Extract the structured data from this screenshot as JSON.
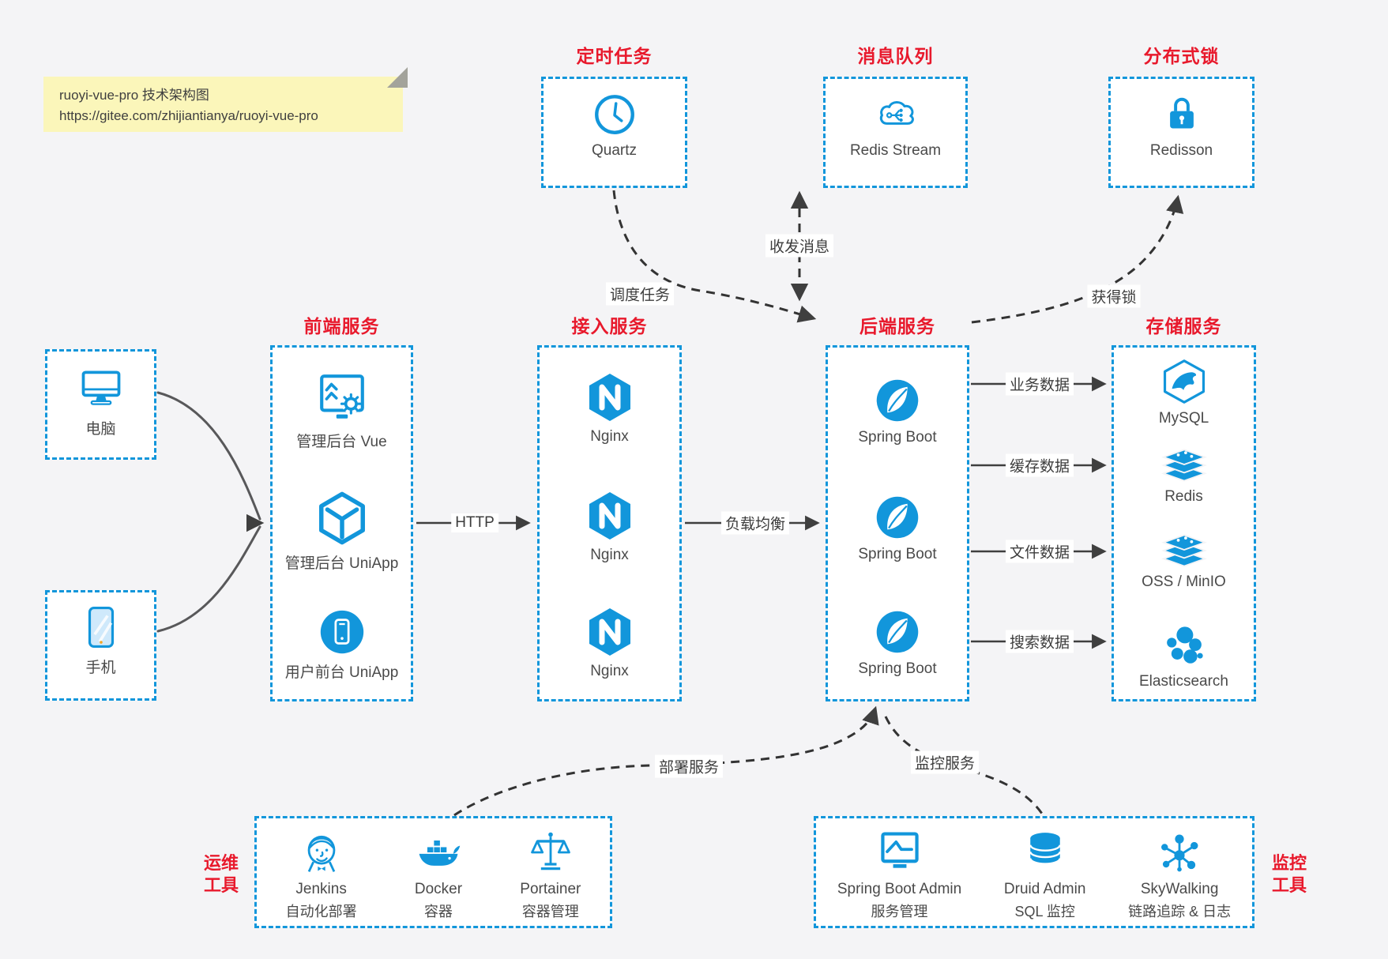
{
  "note": {
    "line1": "ruoyi-vue-pro 技术架构图",
    "line2": "https://gitee.com/zhijiantianya/ruoyi-vue-pro"
  },
  "groups": {
    "scheduler": {
      "title": "定时任务",
      "item": "Quartz"
    },
    "mq": {
      "title": "消息队列",
      "item": "Redis Stream"
    },
    "lock": {
      "title": "分布式锁",
      "item": "Redisson"
    },
    "clients": {
      "computer": "电脑",
      "phone": "手机"
    },
    "frontend": {
      "title": "前端服务",
      "items": [
        "管理后台 Vue",
        "管理后台 UniApp",
        "用户前台 UniApp"
      ]
    },
    "gateway": {
      "title": "接入服务",
      "items": [
        "Nginx",
        "Nginx",
        "Nginx"
      ]
    },
    "backend": {
      "title": "后端服务",
      "items": [
        "Spring Boot",
        "Spring Boot",
        "Spring Boot"
      ]
    },
    "storage": {
      "title": "存储服务",
      "items": [
        "MySQL",
        "Redis",
        "OSS / MinIO",
        "Elasticsearch"
      ]
    },
    "ops": {
      "label_line1": "运维",
      "label_line2": "工具",
      "items": [
        {
          "name": "Jenkins",
          "desc": "自动化部署"
        },
        {
          "name": "Docker",
          "desc": "容器"
        },
        {
          "name": "Portainer",
          "desc": "容器管理"
        }
      ]
    },
    "monitor": {
      "label_line1": "监控",
      "label_line2": "工具",
      "items": [
        {
          "name": "Spring Boot Admin",
          "desc": "服务管理"
        },
        {
          "name": "Druid Admin",
          "desc": "SQL 监控"
        },
        {
          "name": "SkyWalking",
          "desc": "链路追踪 & 日志"
        }
      ]
    }
  },
  "edges": {
    "http": "HTTP",
    "lb": "负载均衡",
    "schedule": "调度任务",
    "message": "收发消息",
    "acquire_lock": "获得锁",
    "biz": "业务数据",
    "cache": "缓存数据",
    "file": "文件数据",
    "search": "搜索数据",
    "deploy": "部署服务",
    "monitoring": "监控服务"
  },
  "icons": {
    "scheduler": "clock-icon",
    "mq": "cloud-stream-icon",
    "lock": "padlock-icon",
    "computer": "desktop-icon",
    "phone": "smartphone-icon",
    "frontend": [
      "admin-vue-icon",
      "uniapp-cube-icon",
      "uniapp-user-icon"
    ],
    "gateway": "nginx-hexagon-icon",
    "backend": "spring-leaf-icon",
    "storage": [
      "mysql-hexagon-icon",
      "redis-stack-icon",
      "oss-stack-icon",
      "elasticsearch-cluster-icon"
    ],
    "ops": [
      "jenkins-icon",
      "docker-whale-icon",
      "portainer-scale-icon"
    ],
    "monitor": [
      "spring-boot-admin-icon",
      "druid-database-icon",
      "skywalking-node-icon"
    ]
  },
  "colors": {
    "accent": "#1296db",
    "title_red": "#e8192c",
    "text": "#4a4a4a",
    "arrow": "#3f3f3f",
    "note_bg": "#fbf6ba",
    "background": "#f4f4f6"
  }
}
